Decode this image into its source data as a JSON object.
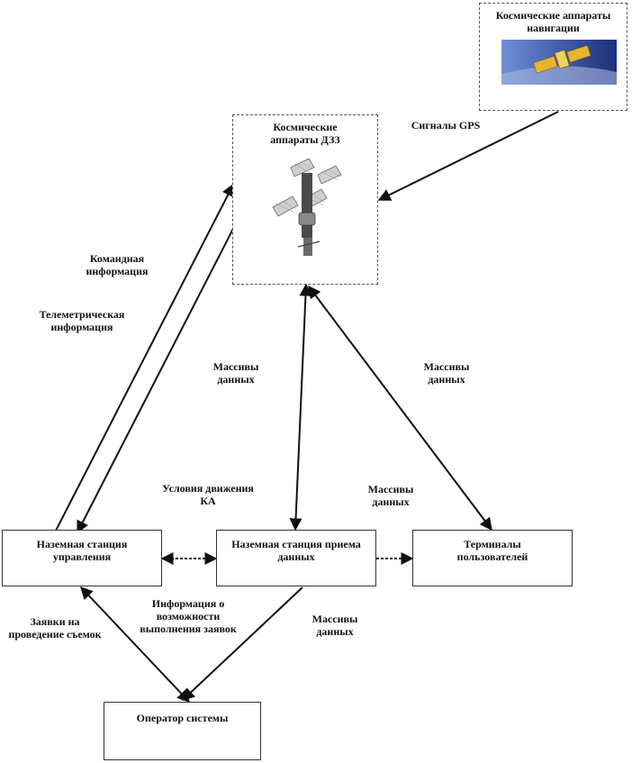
{
  "nodes": {
    "nav_sat": "Космические аппараты навигации",
    "dzz_sat": "Космические аппараты ДЗЗ",
    "control_station": "Наземная станция управления",
    "receive_station": "Наземная станция приема данных",
    "user_terminals": "Терминалы пользователей",
    "operator": "Оператор системы"
  },
  "edges": {
    "gps_signals": "Сигналы GPS",
    "command_info": "Командная информация",
    "telemetry_info": "Телеметрическая информация",
    "data_arrays_center": "Массивы данных",
    "data_arrays_right": "Массивы данных",
    "motion_conditions": "Условия движения КА",
    "data_arrays_mid": "Массивы данных",
    "survey_requests": "Заявки на проведение съемок",
    "capability_info": "Информация о возможности выполнения заявок",
    "data_arrays_bottom": "Массивы данных"
  },
  "colors": {
    "line": "#111111",
    "border": "#555555"
  }
}
